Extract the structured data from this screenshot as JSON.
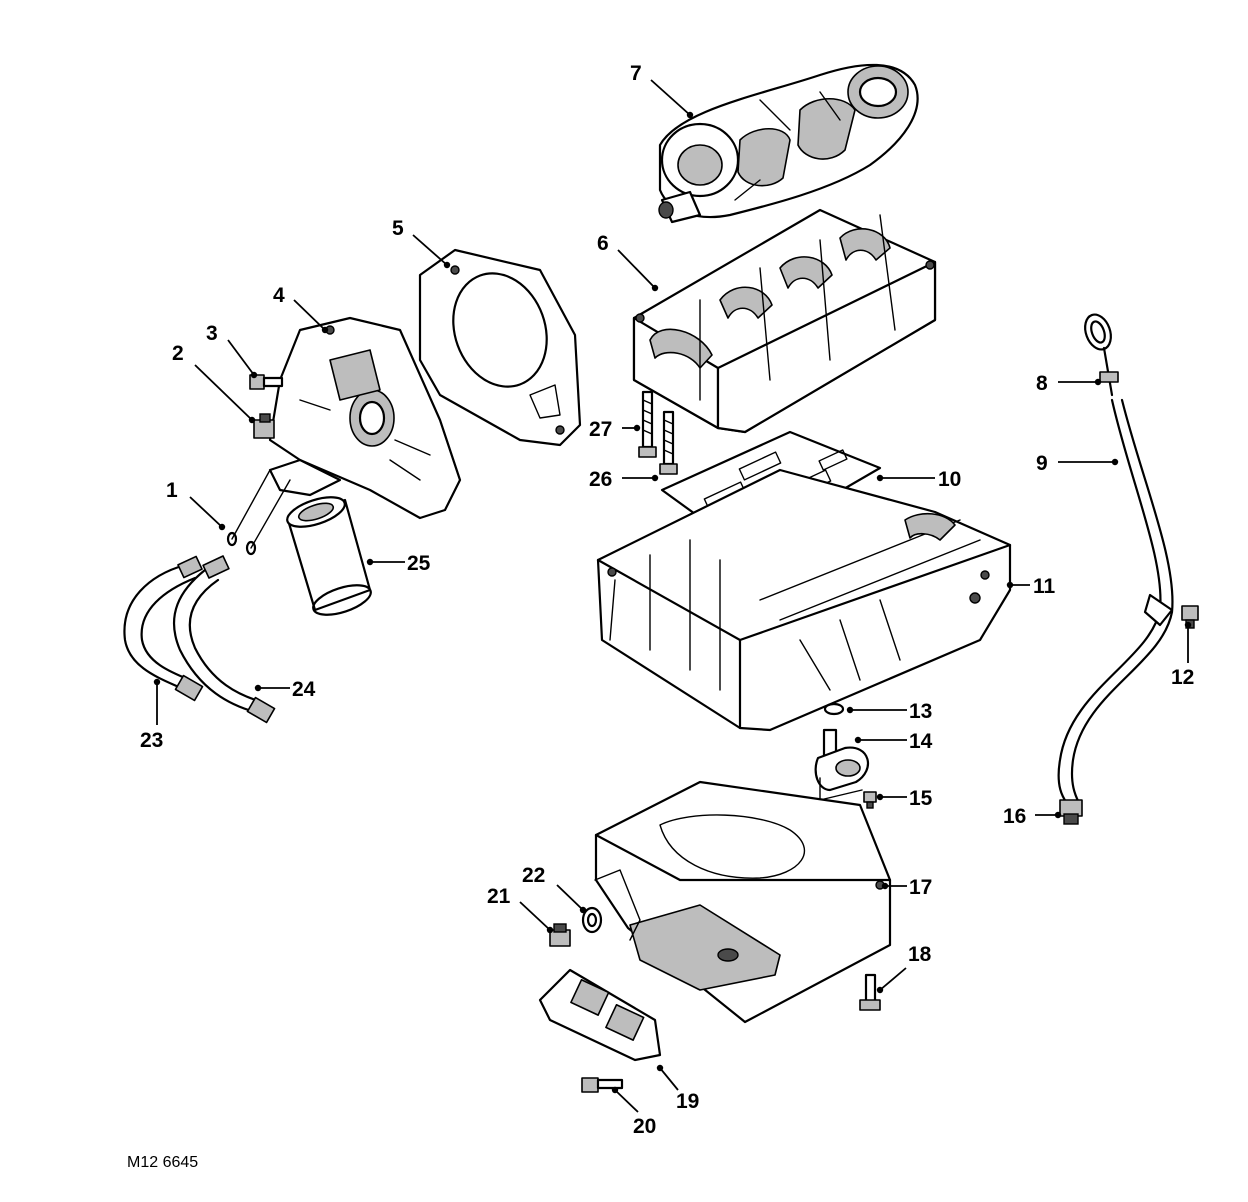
{
  "figure_ref": "M12 6645",
  "callouts": [
    {
      "id": "1",
      "label": "1"
    },
    {
      "id": "2",
      "label": "2"
    },
    {
      "id": "3",
      "label": "3"
    },
    {
      "id": "4",
      "label": "4"
    },
    {
      "id": "5",
      "label": "5"
    },
    {
      "id": "6",
      "label": "6"
    },
    {
      "id": "7",
      "label": "7"
    },
    {
      "id": "8",
      "label": "8"
    },
    {
      "id": "9",
      "label": "9"
    },
    {
      "id": "10",
      "label": "10"
    },
    {
      "id": "11",
      "label": "11"
    },
    {
      "id": "12",
      "label": "12"
    },
    {
      "id": "13",
      "label": "13"
    },
    {
      "id": "14",
      "label": "14"
    },
    {
      "id": "15",
      "label": "15"
    },
    {
      "id": "16",
      "label": "16"
    },
    {
      "id": "17",
      "label": "17"
    },
    {
      "id": "18",
      "label": "18"
    },
    {
      "id": "19",
      "label": "19"
    },
    {
      "id": "20",
      "label": "20"
    },
    {
      "id": "21",
      "label": "21"
    },
    {
      "id": "22",
      "label": "22"
    },
    {
      "id": "23",
      "label": "23"
    },
    {
      "id": "24",
      "label": "24"
    },
    {
      "id": "25",
      "label": "25"
    },
    {
      "id": "26",
      "label": "26"
    },
    {
      "id": "27",
      "label": "27"
    }
  ]
}
